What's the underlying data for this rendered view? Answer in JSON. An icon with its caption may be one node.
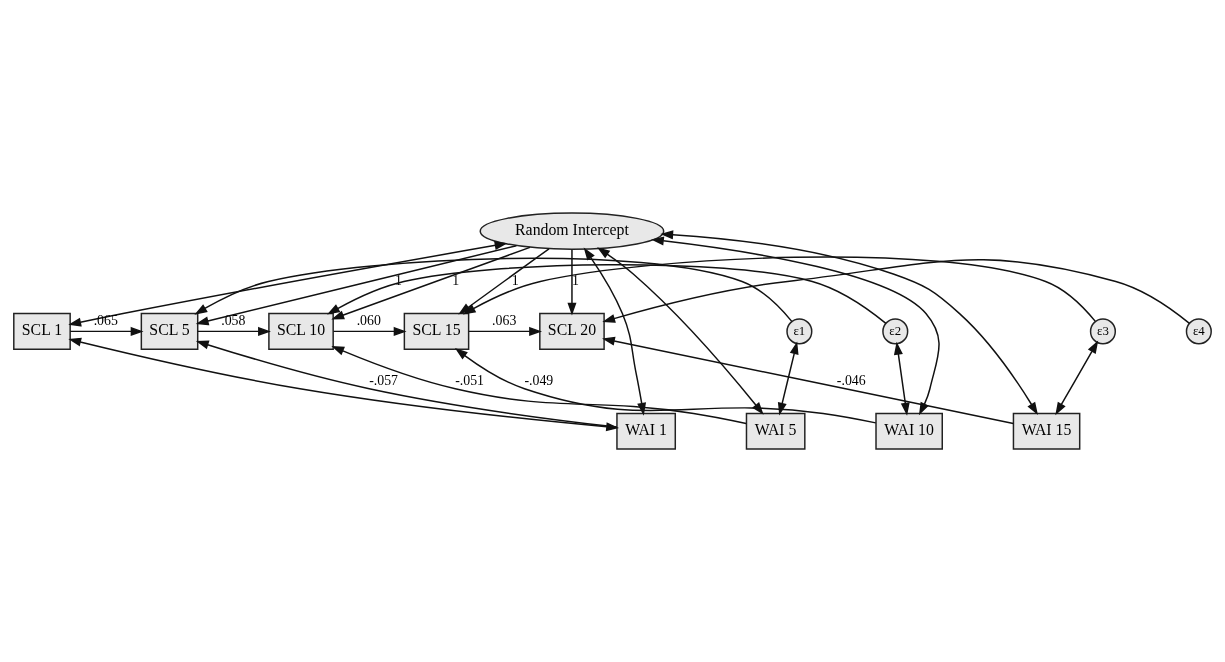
{
  "diagram": {
    "nodes": [
      {
        "text": [
          "Random Intercept"
        ]
      },
      {
        "text": [
          "SCL 1"
        ]
      },
      {
        "text": [
          "SCL 5"
        ]
      },
      {
        "text": [
          "SCL 10"
        ]
      },
      {
        "text": [
          "SCL 15"
        ]
      },
      {
        "text": [
          "SCL 20"
        ]
      },
      {
        "text": [
          "ε1"
        ]
      },
      {
        "text": [
          "ε2"
        ]
      },
      {
        "text": [
          "ε3"
        ]
      },
      {
        "text": [
          "ε4"
        ]
      },
      {
        "text": [
          "WAI 1"
        ]
      },
      {
        "text": [
          "WAI 5"
        ]
      },
      {
        "text": [
          "WAI 10"
        ]
      },
      {
        "text": [
          "WAI 15"
        ]
      }
    ],
    "edges": [
      {
        "from": 0,
        "to": 1,
        "arrow": "both"
      },
      {
        "from": 0,
        "to": 10,
        "arrow": "both"
      },
      {
        "from": 0,
        "to": 11,
        "arrow": "both"
      },
      {
        "from": 0,
        "to": 2,
        "arrow": "to",
        "label": "1"
      },
      {
        "from": 0,
        "to": 3,
        "arrow": "to",
        "label": "1"
      },
      {
        "from": 0,
        "to": 4,
        "arrow": "to",
        "label": "1"
      },
      {
        "from": 0,
        "to": 5,
        "arrow": "to",
        "label": "1"
      },
      {
        "from": 0,
        "to": 12,
        "arrow": "both"
      },
      {
        "from": 0,
        "to": 13,
        "arrow": "both"
      },
      {
        "from": 1,
        "to": 2,
        "arrow": "to",
        "label": ".065"
      },
      {
        "from": 2,
        "to": 3,
        "arrow": "to",
        "label": ".058"
      },
      {
        "from": 3,
        "to": 4,
        "arrow": "to",
        "label": ".060"
      },
      {
        "from": 4,
        "to": 5,
        "arrow": "to",
        "label": ".063"
      },
      {
        "from": 1,
        "to": 10,
        "arrow": "both"
      },
      {
        "from": 10,
        "to": 2,
        "arrow": "to",
        "label": "-.057"
      },
      {
        "from": 11,
        "to": 3,
        "arrow": "to",
        "label": "-.051"
      },
      {
        "from": 12,
        "to": 4,
        "arrow": "to",
        "label": "-.049"
      },
      {
        "from": 13,
        "to": 5,
        "arrow": "to",
        "label": "-.046"
      },
      {
        "from": 6,
        "to": 2,
        "arrow": "to"
      },
      {
        "from": 7,
        "to": 3,
        "arrow": "to"
      },
      {
        "from": 8,
        "to": 4,
        "arrow": "to"
      },
      {
        "from": 9,
        "to": 5,
        "arrow": "to"
      },
      {
        "from": 6,
        "to": 11,
        "arrow": "both"
      },
      {
        "from": 7,
        "to": 12,
        "arrow": "both"
      },
      {
        "from": 8,
        "to": 13,
        "arrow": "both"
      }
    ]
  }
}
